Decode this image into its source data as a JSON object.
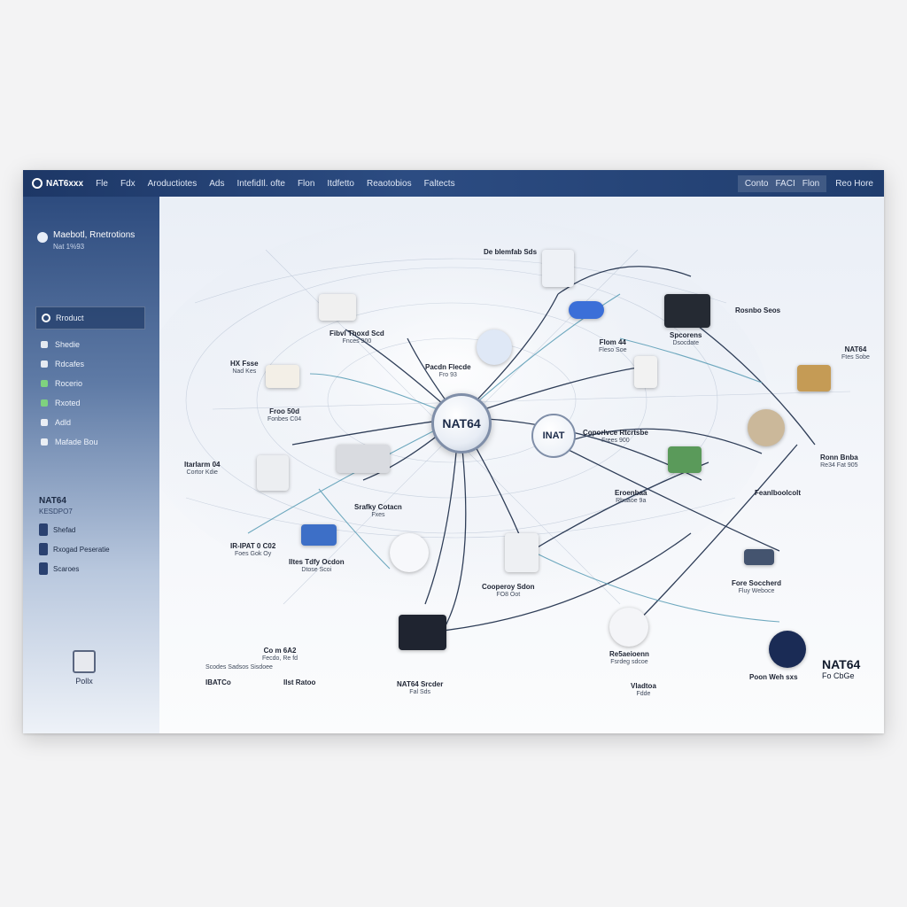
{
  "topbar": {
    "brand": "NAT6xxx",
    "nav": [
      "Fle",
      "Fdx",
      "Aroductiotes",
      "Ads",
      "IntefidIl. ofte",
      "Flon",
      "Itdfetto",
      "Reaotobios",
      "Faltects"
    ],
    "right": [
      "Conto",
      "FACI",
      "Flon",
      "Reo Hore"
    ]
  },
  "sidebar": {
    "profile_name": "Maebotl, Rnetrotions",
    "profile_sub": "Nat 1%93",
    "active": "Rroduct",
    "items": [
      "Shedie",
      "Rdcafes",
      "Rocerio",
      "Rxoted",
      "Adld",
      "Mafade Bou"
    ],
    "section_title": "NAT64",
    "section_sub": "KESDPO7",
    "list2": [
      "Shefad",
      "Rxogad Peseratie",
      "Scaroes"
    ],
    "footer": "Pollx"
  },
  "hub": {
    "label": "NAT64"
  },
  "hub2": {
    "label": "INAT"
  },
  "nodes": [
    {
      "id": "n1",
      "label": "De blemfab Sds",
      "sub": ""
    },
    {
      "id": "n2",
      "label": "Fibvl Thoxd Scd",
      "sub": "Fnces 900"
    },
    {
      "id": "n3",
      "label": "Pacdn Flecde",
      "sub": "Fro 93"
    },
    {
      "id": "n4",
      "label": "Flom 44",
      "sub": "Fleso Soe"
    },
    {
      "id": "n5",
      "label": "Spcorens",
      "sub": "Dsocdate"
    },
    {
      "id": "n6",
      "label": "Rosnbo Seos",
      "sub": ""
    },
    {
      "id": "n7",
      "label": "NAT64",
      "sub": "Ftes Sobe"
    },
    {
      "id": "n8",
      "label": "HX Fsse",
      "sub": "Nad Kes"
    },
    {
      "id": "n9",
      "label": "Froo 50d",
      "sub": "Fonbes C04"
    },
    {
      "id": "n10",
      "label": "Coporlvce Rtcrtsbe",
      "sub": "Frees 900"
    },
    {
      "id": "n11",
      "label": "Ronn Bnba",
      "sub": "Re34 Fat 905"
    },
    {
      "id": "n12",
      "label": "Itarlarm 04",
      "sub": "Cortor Kdie"
    },
    {
      "id": "n13",
      "label": "Srafky Cotacn",
      "sub": "Fxes"
    },
    {
      "id": "n14",
      "label": "Eroenbaa",
      "sub": "Rbuaoe 9a"
    },
    {
      "id": "n15",
      "label": "Feanlboolcolt",
      "sub": ""
    },
    {
      "id": "n16",
      "label": "IR-IPAT 0 C02",
      "sub": "Foes Gok Oy"
    },
    {
      "id": "n17",
      "label": "Iltes Tdfy Ocdon",
      "sub": "Dtose Scoi"
    },
    {
      "id": "n18",
      "label": "Cooperoy Sdon",
      "sub": "FO8 Oot"
    },
    {
      "id": "n19",
      "label": "Fore Soccherd",
      "sub": "Fluy Weboce"
    },
    {
      "id": "n20",
      "label": "Re5aeioenn",
      "sub": "Fsrdeg sdcoe"
    },
    {
      "id": "n21",
      "label": "Vladtoa",
      "sub": "Fdde"
    },
    {
      "id": "n22",
      "label": "NAT64 Srcder",
      "sub": "Fal Sds"
    },
    {
      "id": "n23",
      "label": "Co m 6A2",
      "sub": "Fecdo, Re fd"
    },
    {
      "id": "n24",
      "label": "NAT64",
      "sub": "Fo CbGe"
    },
    {
      "id": "n25",
      "label": "Poon Weh sxs",
      "sub": ""
    }
  ],
  "bottom_rows": [
    "Scodes Sadsos Sisdoee",
    "IBATCo",
    "Ilst Ratoo"
  ]
}
